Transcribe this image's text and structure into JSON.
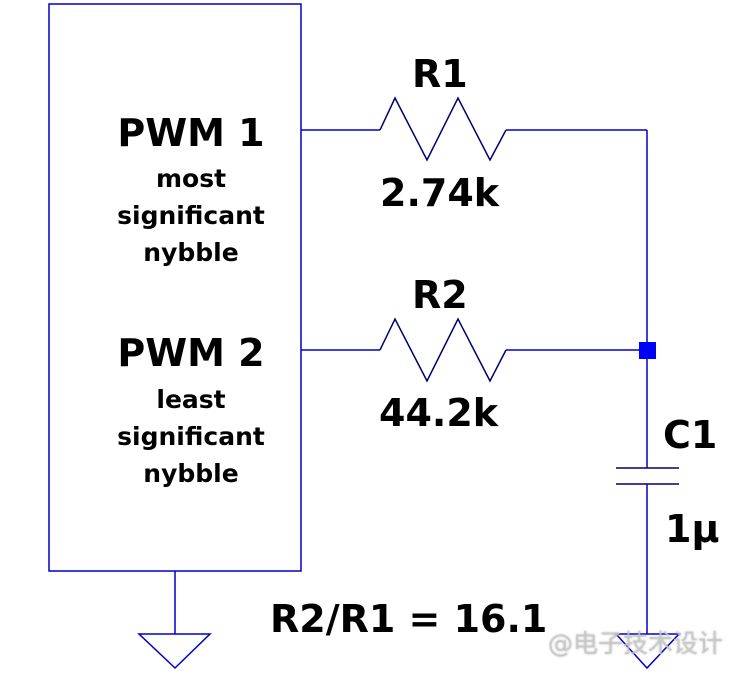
{
  "block": {
    "pwm1": {
      "title": "PWM 1",
      "lines": [
        "most",
        "significant",
        "nybble"
      ]
    },
    "pwm2": {
      "title": "PWM 2",
      "lines": [
        "least",
        "significant",
        "nybble"
      ]
    }
  },
  "components": {
    "r1": {
      "ref": "R1",
      "value": "2.74k"
    },
    "r2": {
      "ref": "R2",
      "value": "44.2k"
    },
    "c1": {
      "ref": "C1",
      "value": "1µ"
    }
  },
  "annotation": "R2/R1 = 16.1",
  "watermark": "@电子技术设计",
  "colors": {
    "wire": "#0000c8",
    "component": "#00006e",
    "junction": "#0000ff",
    "text": "#000000"
  }
}
